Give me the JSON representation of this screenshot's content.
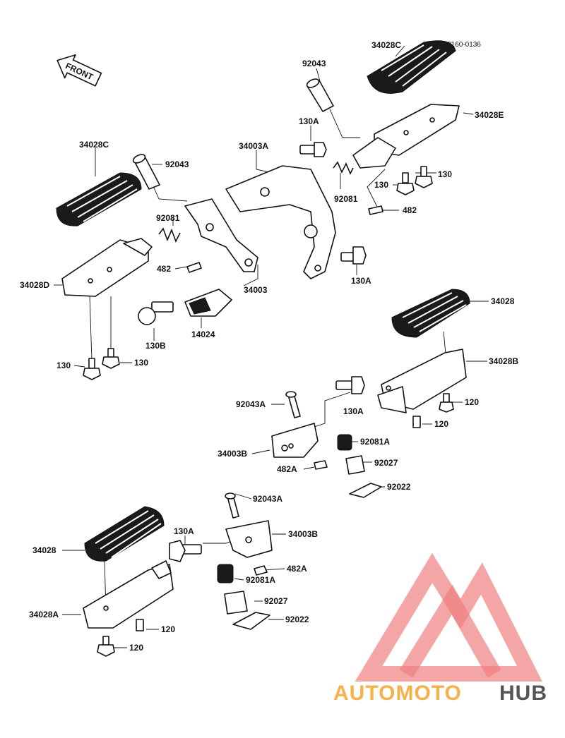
{
  "figure_code": "F2160-0136",
  "front_arrow": "FRONT",
  "labels": {
    "p34028C_top": "34028C",
    "p34028E": "34028E",
    "p92043_top": "92043",
    "p130A_top": "130A",
    "p34003A": "34003A",
    "p92081_top": "92081",
    "p130_r1": "130",
    "p130_r2": "130",
    "p482_top": "482",
    "p130A_mid": "130A",
    "p34028C_left": "34028C",
    "p92043_left": "92043",
    "p92081_left": "92081",
    "p482_left": "482",
    "p34003": "34003",
    "p34028D": "34028D",
    "p14024": "14024",
    "p130B": "130B",
    "p130_l1": "130",
    "p130_l2": "130",
    "p34028_r": "34028",
    "p34028B": "34028B",
    "p92043A_r": "92043A",
    "p130A_r": "130A",
    "p120_r1": "120",
    "p120_r2": "120",
    "p34003B_r": "34003B",
    "p92081A_r": "92081A",
    "p482A_r": "482A",
    "p92027_r": "92027",
    "p92022_r": "92022",
    "p92043A_b": "92043A",
    "p130A_b": "130A",
    "p34003B_b": "34003B",
    "p34028_b": "34028",
    "p482A_b": "482A",
    "p92081A_b": "92081A",
    "p92027_b": "92027",
    "p34028A": "34028A",
    "p92022_b": "92022",
    "p120_b1": "120",
    "p120_b2": "120"
  },
  "watermark": {
    "part1": "AUTOMOTO",
    "part2": "HUB",
    "color1": "#f6b24a",
    "color2": "#555555",
    "triangle_color": "#f08080"
  }
}
